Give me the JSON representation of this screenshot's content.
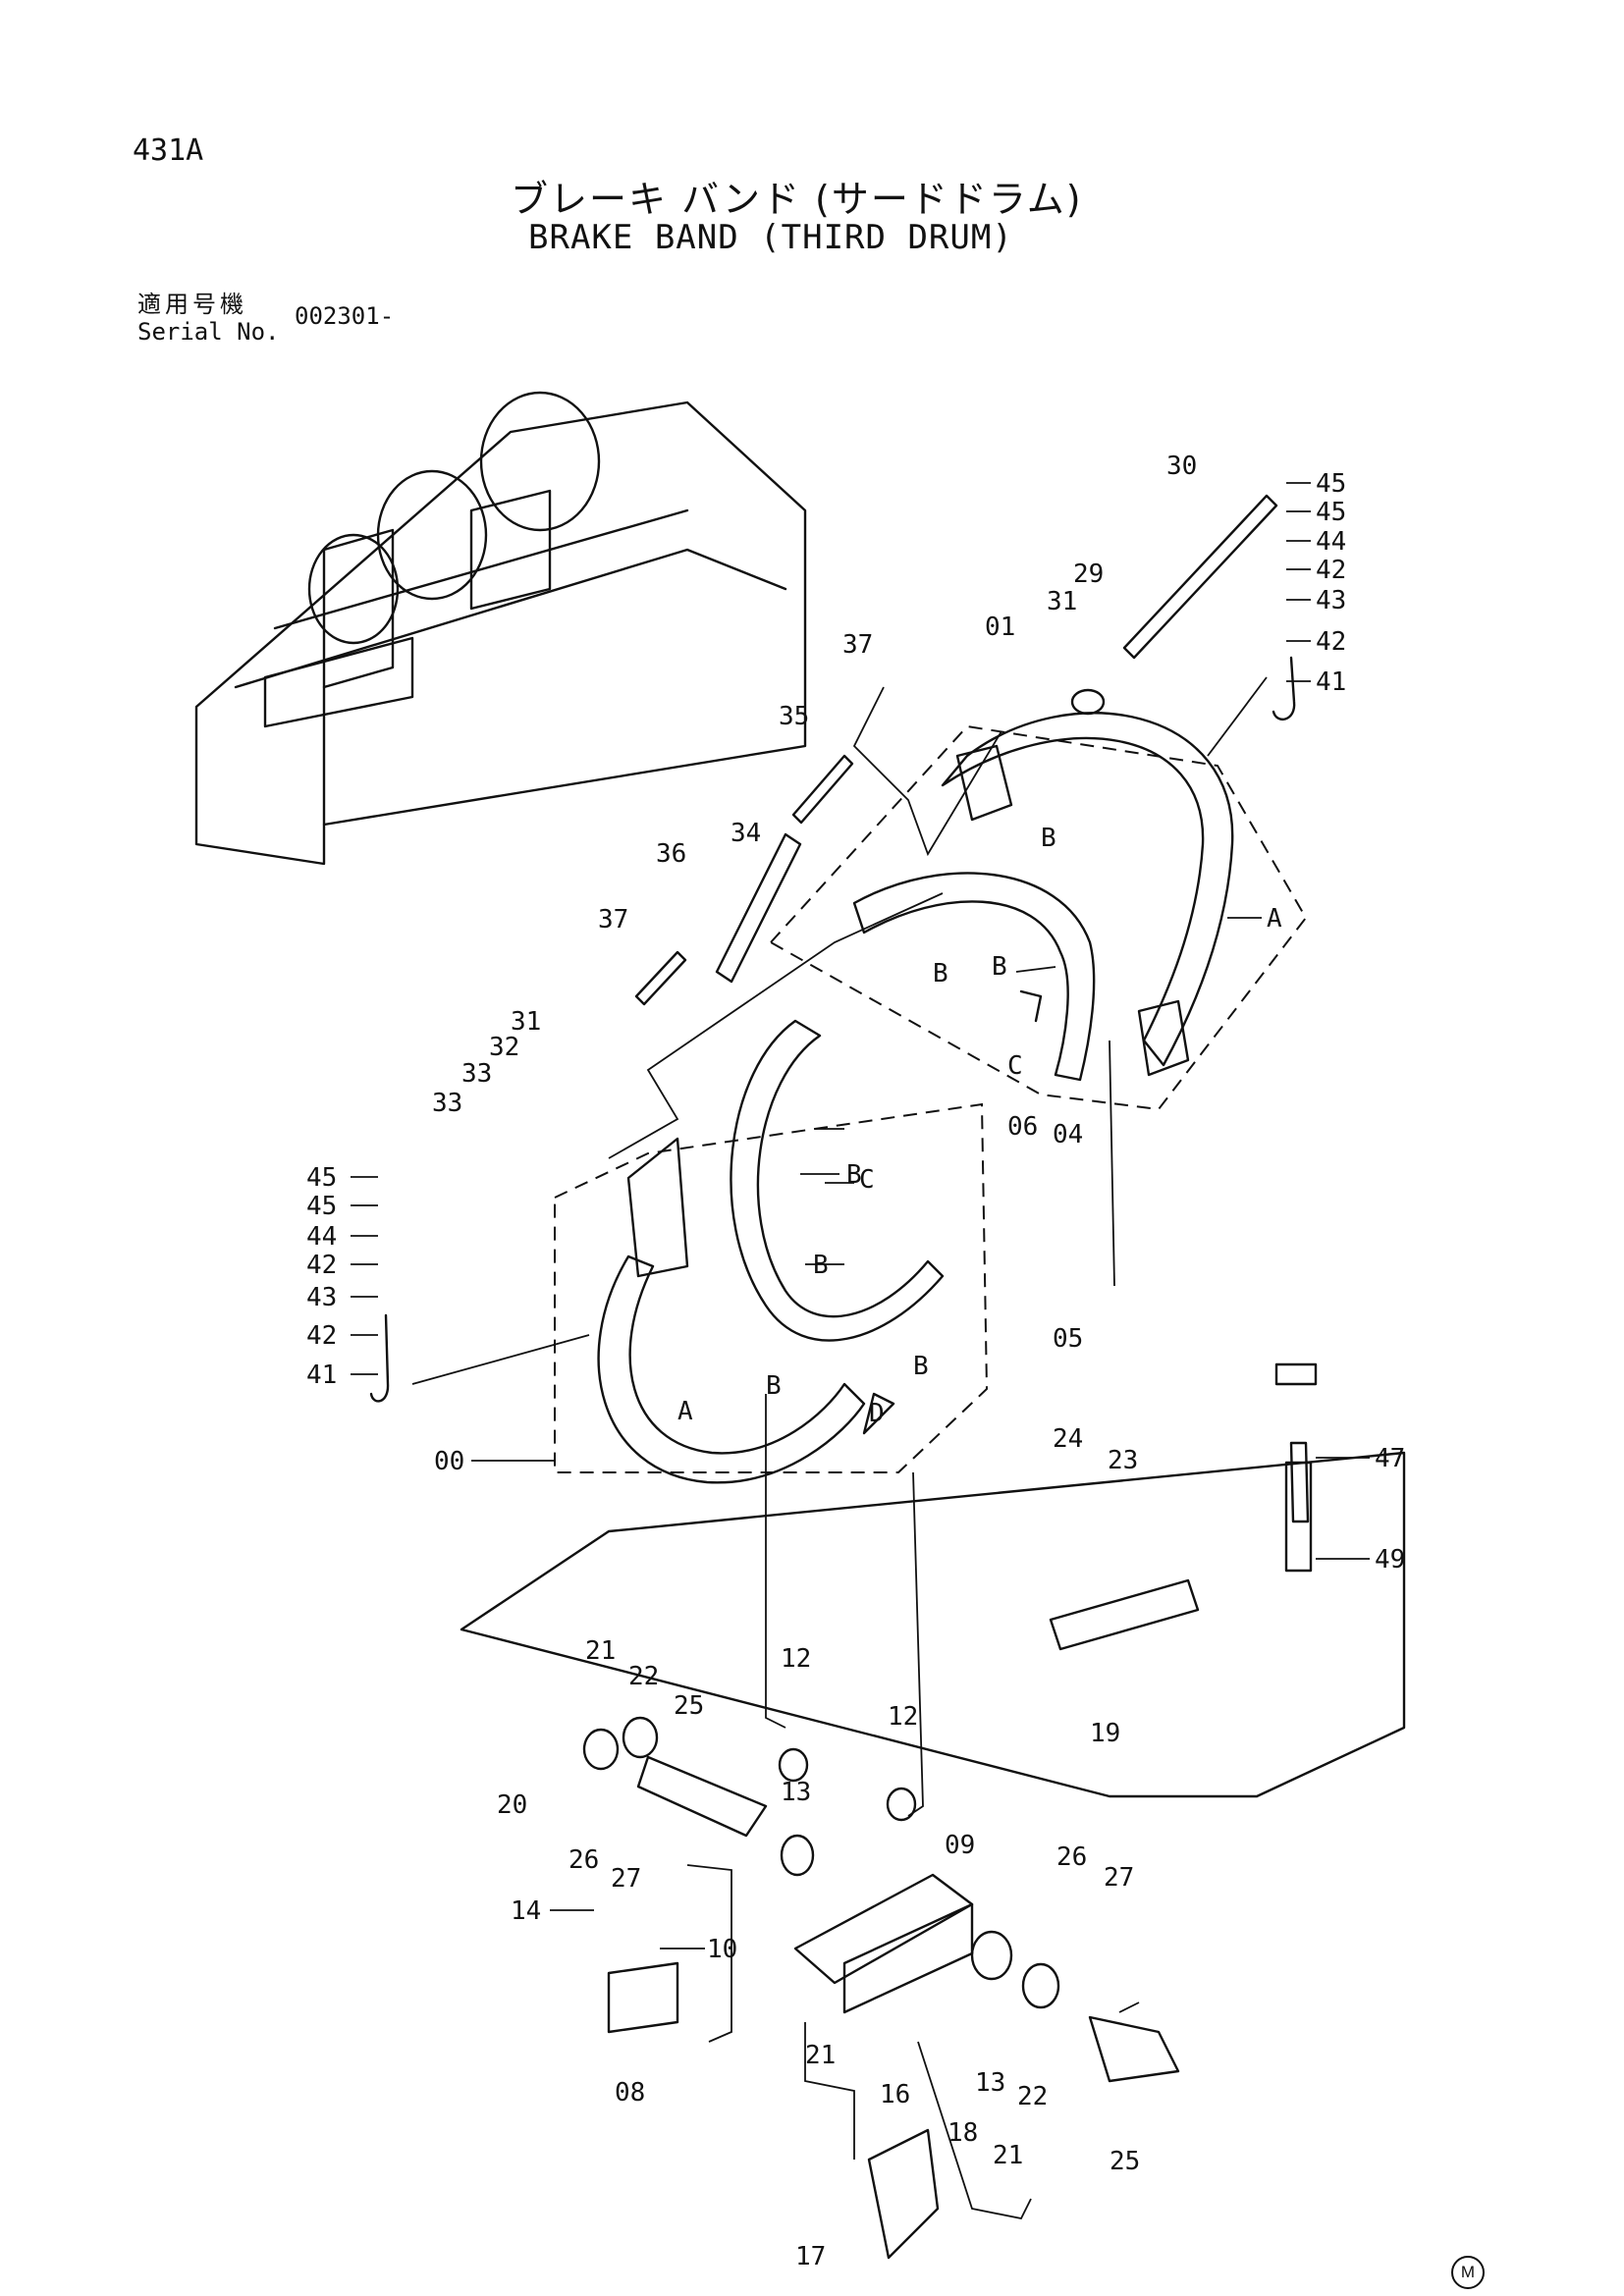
{
  "header": {
    "page_code": "431A",
    "title_jp": "ブレーキ バンド (サードドラム)",
    "title_en": "BRAKE BAND (THIRD DRUM)",
    "serial_label_jp": "適用号機",
    "serial_label_en": "Serial No.",
    "serial_value": "002301-"
  },
  "callouts": {
    "c00": "00",
    "c01": "01",
    "c04": "04",
    "c05": "05",
    "c06": "06",
    "c08": "08",
    "c09": "09",
    "c10": "10",
    "c12a": "12",
    "c12b": "12",
    "c13a": "13",
    "c13b": "13",
    "c14": "14",
    "c16": "16",
    "c17": "17",
    "c18": "18",
    "c19": "19",
    "c20": "20",
    "c21a": "21",
    "c21b": "21",
    "c21c": "21",
    "c22a": "22",
    "c22b": "22",
    "c23": "23",
    "c24": "24",
    "c25a": "25",
    "c25b": "25",
    "c26a": "26",
    "c26b": "26",
    "c27a": "27",
    "c27b": "27",
    "c29": "29",
    "c30": "30",
    "c31a": "31",
    "c31b": "31",
    "c32": "32",
    "c33a": "33",
    "c33b": "33",
    "c34": "34",
    "c35": "35",
    "c36": "36",
    "c37a": "37",
    "c37b": "37",
    "c41a": "41",
    "c42a": "42",
    "c43a": "43",
    "c42b": "42",
    "c44a": "44",
    "c45a": "45",
    "c45b": "45",
    "c41b": "41",
    "c42c": "42",
    "c43b": "43",
    "c42d": "42",
    "c44b": "44",
    "c45c": "45",
    "c45d": "45",
    "c47": "47",
    "c49": "49",
    "refA1": "A",
    "refA2": "A",
    "refB1": "B",
    "refB2": "B",
    "refB3": "B",
    "refB4": "B",
    "refB5": "B",
    "refB6": "B",
    "refB7": "B",
    "refC1": "C",
    "refC2": "C",
    "refD": "D"
  },
  "mark": "M"
}
